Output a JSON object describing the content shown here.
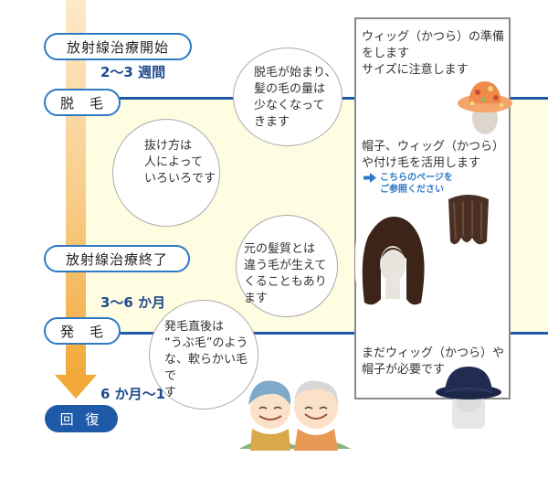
{
  "timeline": {
    "start_label": "放射線治療開始",
    "period1": "2～3 週間",
    "hair_loss_label": "脱　毛",
    "end_label": "放射線治療終了",
    "period2": "3～6 か月",
    "regrowth_label": "発　毛",
    "period3": "6 か月～1 年",
    "recovery_label": "回 復"
  },
  "bubbles": [
    "脱毛が始まり、\n髪の毛の量は\n少なくなって\nきます",
    "抜け方は\n人によって\nいろいろです",
    "元の髪質とは\n違う毛が生えて\nくることもあります",
    "発毛直後は\n“うぶ毛”のよう\nな、軟らかい毛で\nす"
  ],
  "panel": {
    "text1": "ウィッグ（かつら）の準備\nをします\nサイズに注意します",
    "text2": "帽子、ウィッグ（かつら）\nや付け毛を活用します",
    "link": "こちらのページを\nご参照ください",
    "text3": "まだウィッグ（かつら）や\n帽子が必要です"
  },
  "colors": {
    "accent_blue": "#1f5aa8",
    "pill_border": "#2f7ac4",
    "band": "#fefde2",
    "arrow": "#f2a93a"
  }
}
